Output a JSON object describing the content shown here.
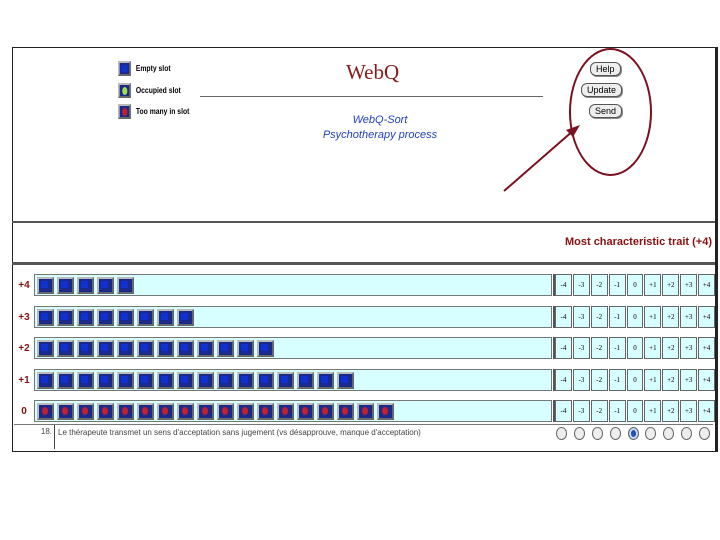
{
  "legend": [
    {
      "label": "Empty slot",
      "type": "empty"
    },
    {
      "label": "Occupied slot",
      "type": "occupied"
    },
    {
      "label": "Too many in slot",
      "type": "too-many"
    }
  ],
  "header": {
    "title": "WebQ",
    "subtitle1": "WebQ-Sort",
    "subtitle2": "Psychotherapy process"
  },
  "buttons": {
    "help": "Help",
    "update": "Update",
    "send": "Send"
  },
  "column_heading": "Most characteristic trait (+4)",
  "rows": [
    {
      "label": "+4",
      "slots": 5,
      "state": "empty"
    },
    {
      "label": "+3",
      "slots": 8,
      "state": "empty"
    },
    {
      "label": "+2",
      "slots": 12,
      "state": "empty"
    },
    {
      "label": "+1",
      "slots": 16,
      "state": "empty"
    },
    {
      "label": "0",
      "slots": 18,
      "state": "too-many"
    }
  ],
  "scale": [
    "-4",
    "-3",
    "-2",
    "-1",
    "0",
    "+1",
    "+2",
    "+3",
    "+4"
  ],
  "statement": {
    "number": "18.",
    "text": "Le thérapeute transmet un sens d'acceptation sans jugement (vs désapprouve, manque d'acceptation)",
    "selected": "0"
  },
  "colors": {
    "annotation": "#7a1020",
    "slot_bg": "#d8ffff"
  }
}
